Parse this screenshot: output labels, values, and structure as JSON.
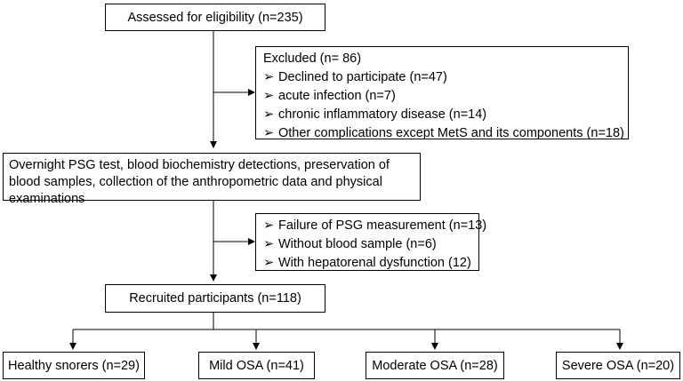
{
  "eligibility": "Assessed for eligibility (n=235)",
  "excluded": {
    "title": "Excluded (n= 86)",
    "items": [
      "Declined to participate (n=47)",
      "acute infection (n=7)",
      "chronic inflammatory disease (n=14)",
      "Other complications except MetS and its components (n=18)"
    ]
  },
  "procedures": "Overnight PSG test, blood biochemistry detections, preservation of blood samples, collection of the anthropometric data and physical examinations",
  "excluded2": {
    "items": [
      "Failure of PSG measurement (n=13)",
      "Without blood sample (n=6)",
      "With hepatorenal dysfunction (12)"
    ]
  },
  "recruited": "Recruited participants (n=118)",
  "groups": [
    "Healthy snorers (n=29)",
    "Mild OSA (n=41)",
    "Moderate OSA (n=28)",
    "Severe OSA (n=20)"
  ],
  "bullet_glyph": "➢"
}
